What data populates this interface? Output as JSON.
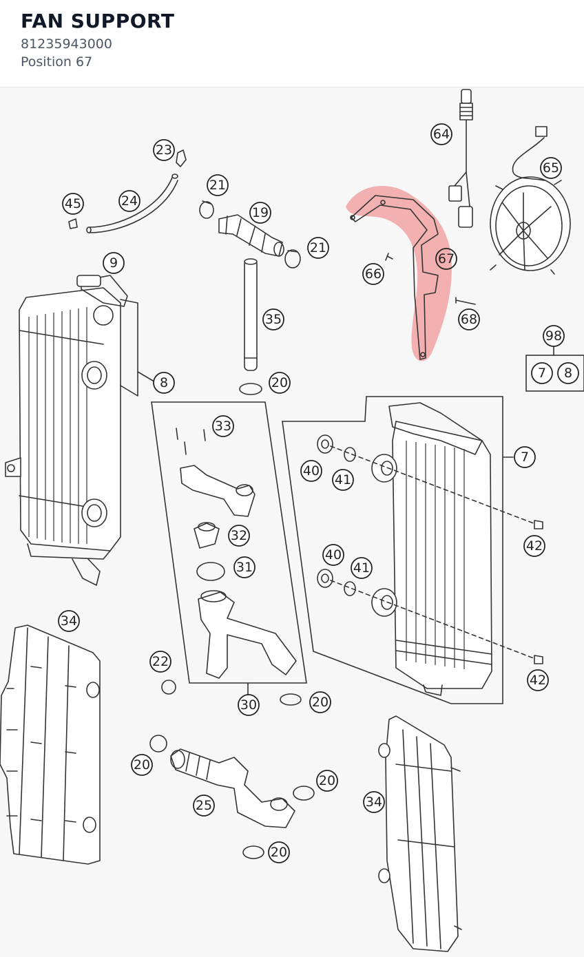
{
  "header": {
    "title": "FAN SUPPORT",
    "part_number": "81235943000",
    "position": "Position 67"
  },
  "colors": {
    "highlight": "#f08080",
    "line": "#333333",
    "background": "#f7f7f7"
  },
  "callouts": {
    "c1": "23",
    "c2": "45",
    "c3": "24",
    "c4": "21",
    "c5": "19",
    "c6": "21",
    "c7": "9",
    "c8": "35",
    "c9": "8",
    "c10": "20",
    "c11": "64",
    "c12": "65",
    "c13": "67",
    "c14": "66",
    "c15": "68",
    "c16": "98",
    "c17": "7",
    "c18": "8",
    "c19": "33",
    "c20": "7",
    "c21": "40",
    "c22": "41",
    "c23": "42",
    "c24": "32",
    "c25": "31",
    "c26": "40",
    "c27": "41",
    "c28": "34",
    "c29": "22",
    "c30": "42",
    "c31": "30",
    "c32": "20",
    "c33": "20",
    "c34": "20",
    "c35": "25",
    "c36": "34",
    "c37": "20"
  },
  "highlighted_part": "67"
}
